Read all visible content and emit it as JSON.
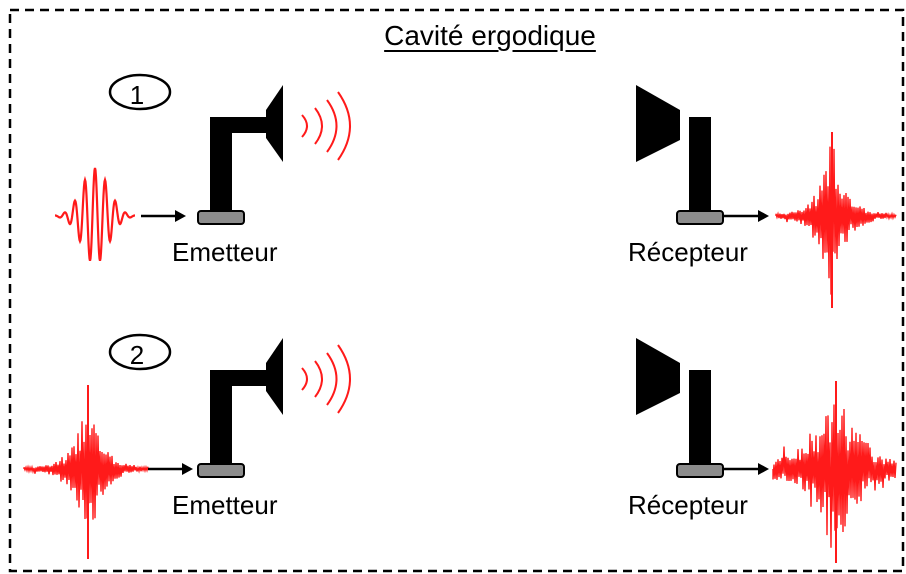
{
  "title": "Cavité ergodique",
  "steps": [
    {
      "number": "1",
      "emitter_label": "Emetteur",
      "receiver_label": "Récepteur"
    },
    {
      "number": "2",
      "emitter_label": "Emetteur",
      "receiver_label": "Récepteur"
    }
  ],
  "colors": {
    "signal": "#ff1a1a",
    "device": "#000000",
    "base": "#8c8c8c",
    "frame": "#000000"
  },
  "icons": {
    "emitter": "horn-speaker-icon",
    "receiver": "horn-speaker-icon",
    "waves": "sound-waves-icon",
    "arrow": "arrow-right-icon"
  }
}
